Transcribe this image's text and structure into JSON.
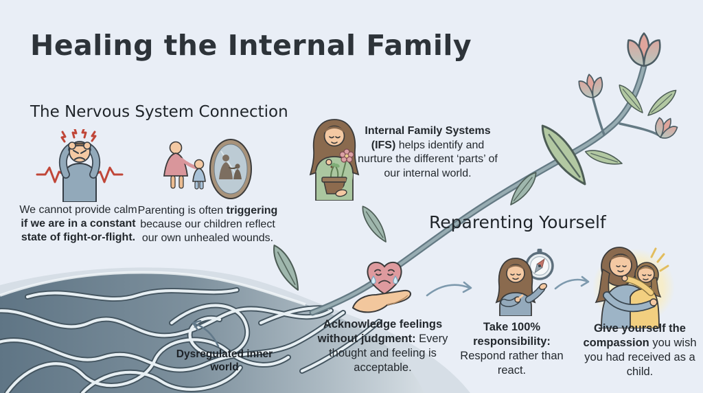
{
  "title": "Healing the Internal Family",
  "nervous_system": {
    "heading": "The Nervous System Connection",
    "fight_flight": {
      "regular": "We cannot provide calm ",
      "bold": "if we are in a constant state of fight-or-flight."
    },
    "parenting": {
      "pre": "Parenting is often ",
      "bold": "triggering",
      "post": " because our children reflect our own unhealed wounds."
    }
  },
  "ifs": {
    "bold": "Internal Family Systems (IFS)",
    "regular": " helps identify and nurture the different ‘parts’ of our internal world."
  },
  "reparenting": {
    "heading": "Reparenting Yourself",
    "steps": [
      {
        "bold": "Acknowledge feelings without judgment:",
        "regular": " Every thought and feeling is acceptable."
      },
      {
        "bold": "Take 100% responsibility:",
        "regular": " Respond rather than react."
      },
      {
        "bold": "Give yourself the compassion",
        "regular": " you wish you had received as a child."
      }
    ]
  },
  "tangle": {
    "label": "Dysregulated inner world"
  },
  "icons": {
    "stressed": "stressed-person-icon",
    "parenting": "parent-child-mirror-icon",
    "ifs": "woman-nurturing-plant-icon",
    "acknowledge": "hand-holding-sad-heart-icon",
    "responsibility": "woman-with-compass-icon",
    "compassion": "self-hug-icon",
    "tangle": "tangled-roots-illustration",
    "vine": "flowering-vine-illustration"
  },
  "colors": {
    "background": "#e9eef6",
    "ink": "#23282d",
    "alert_red": "#bf4a3a",
    "arrow_blue": "#7d99ad",
    "leaf_green": "#a9c2a6",
    "petal_pink": "#dfa7a0",
    "glow_yellow": "#f7eec6",
    "tangle_slate": "#5f7585"
  }
}
